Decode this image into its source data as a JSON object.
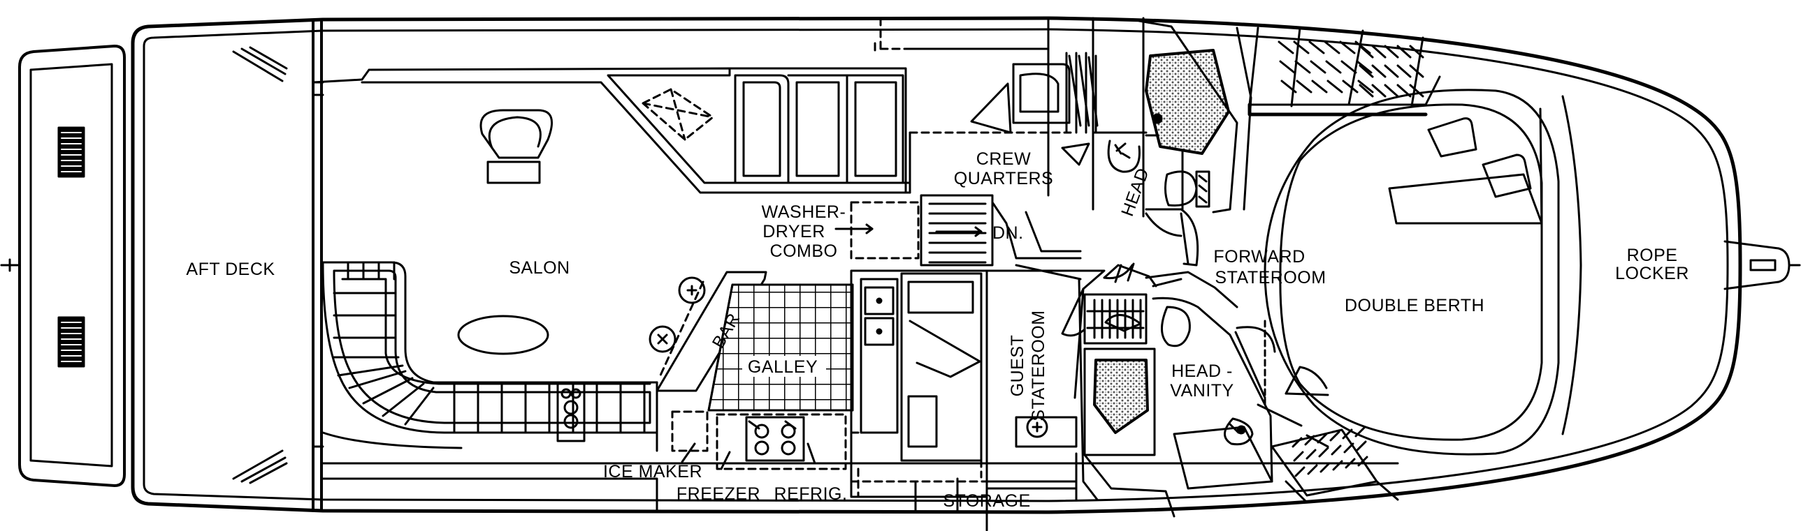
{
  "colors": {
    "ink": "#000000",
    "paper": "#ffffff",
    "stipple": "#6d6d6d"
  },
  "labels": {
    "aft_deck": "AFT DECK",
    "salon": "SALON",
    "washer_dryer_1": "WASHER-",
    "washer_dryer_2": "DRYER",
    "washer_dryer_3": "COMBO",
    "down": "DN.",
    "crew_1": "CREW",
    "crew_2": "QUARTERS",
    "head": "HEAD",
    "forward_1": "FORWARD",
    "forward_2": "STATEROOM",
    "double_berth": "DOUBLE BERTH",
    "rope_1": "ROPE",
    "rope_2": "LOCKER",
    "bar": "BAR",
    "galley": "GALLEY",
    "guest_1": "GUEST",
    "guest_2": "STATEROOM",
    "head_vanity_1": "HEAD -",
    "head_vanity_2": "VANITY",
    "ice_maker": "ICE MAKER",
    "freezer": "FREEZER",
    "refrig": "REFRIG.",
    "storage": "STORAGE"
  }
}
